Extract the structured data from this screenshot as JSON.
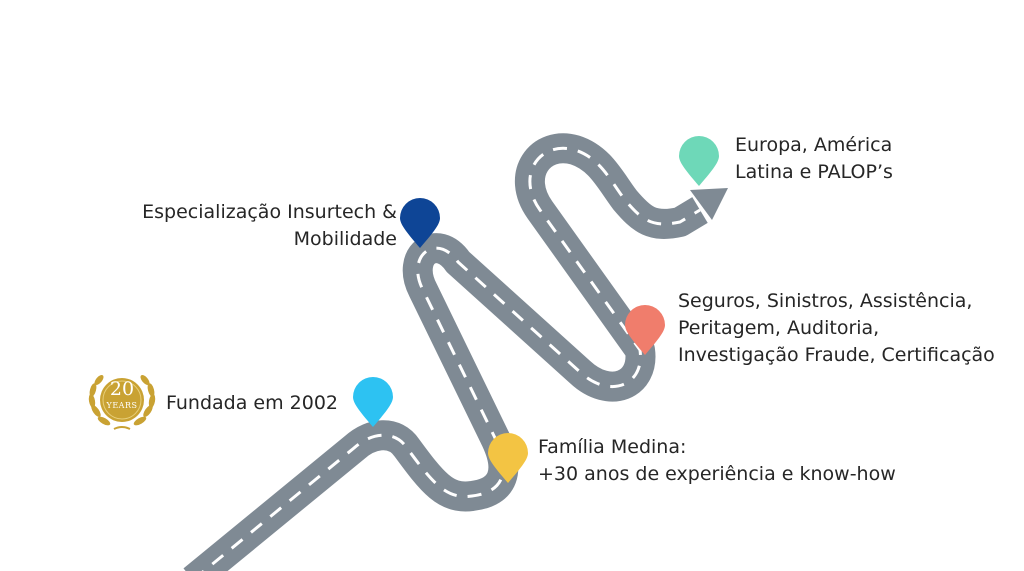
{
  "badge": {
    "number": "20",
    "text": "YEARS"
  },
  "milestones": [
    {
      "id": "founded",
      "lines": [
        "Fundada em 2002"
      ],
      "color": "#2dc2f2"
    },
    {
      "id": "family",
      "lines": [
        "Família Medina:",
        "+30 anos de experiência e know-how"
      ],
      "color": "#f3c443"
    },
    {
      "id": "specialization",
      "lines": [
        "Especialização Insurtech &",
        "Mobilidade"
      ],
      "color": "#0e4596"
    },
    {
      "id": "services",
      "lines": [
        "Seguros, Sinistros, Assistência,",
        "Peritagem, Auditoria,",
        "Investigação Fraude, Certificação"
      ],
      "color": "#f07d6c"
    },
    {
      "id": "regions",
      "lines": [
        "Europa, América",
        "Latina e PALOP’s"
      ],
      "color": "#6ed8b8"
    }
  ],
  "colors": {
    "road": "#7f8a94",
    "lane": "#ffffff",
    "badge_gold": "#c9a233"
  }
}
